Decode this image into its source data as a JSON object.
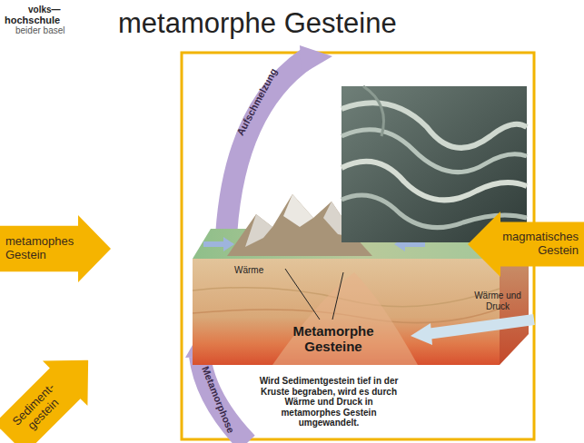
{
  "diagram": {
    "title": "metamorphe Gesteine",
    "nodes": [
      {
        "text": [
          "metamophes Gestein"
        ]
      },
      {
        "text": [
          "magmatisches Gestein"
        ]
      },
      {
        "text": [
          "Sediment- gestein"
        ]
      }
    ],
    "labels": [
      "volks—",
      "hochschule",
      "beider basel",
      "Aufschmelzung",
      "Wärme",
      "Metamorphe Gesteine",
      "Wärme und Druck",
      "Wird Sedimentgestein tief in der Kruste begraben, wird es durch Wärme und Druck in metamorphes Gestein umgewandelt.",
      "Metamorphose"
    ]
  }
}
